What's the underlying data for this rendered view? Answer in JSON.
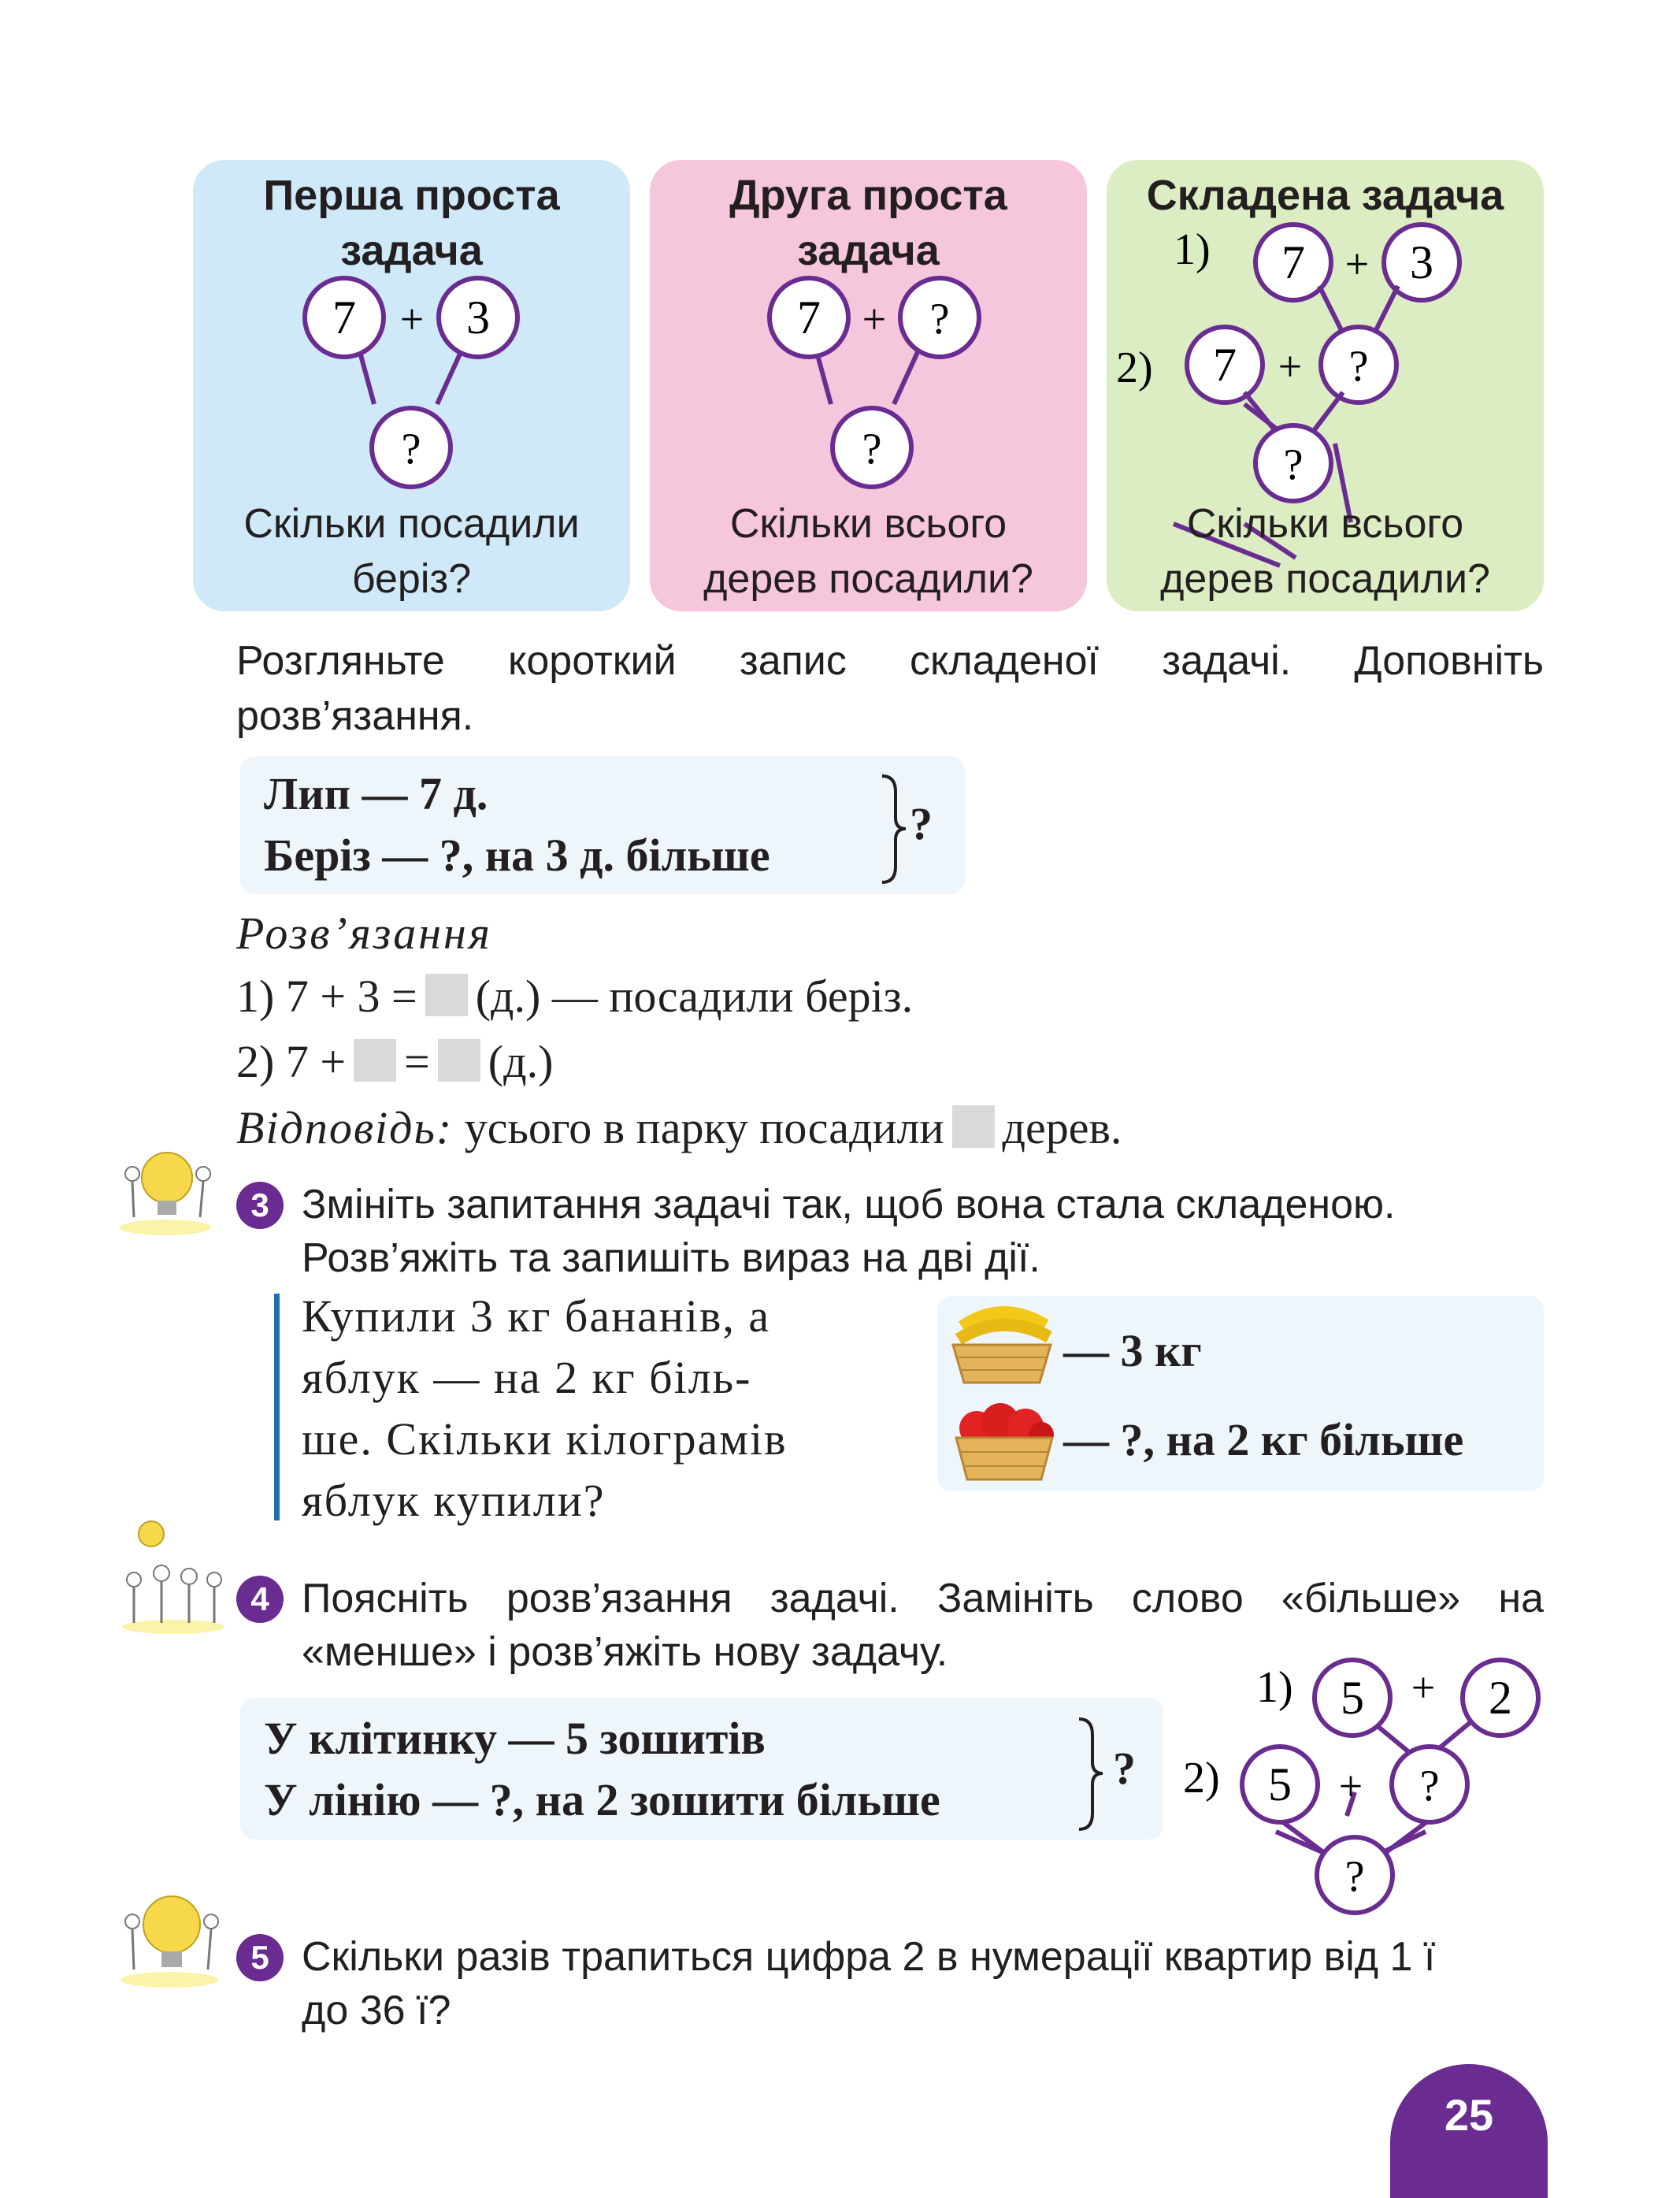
{
  "panels": [
    {
      "title_line1": "Перша проста",
      "title_line2": "задача",
      "nodes": [
        "7",
        "+",
        "3",
        "?"
      ],
      "question_line1": "Скільки посадили",
      "question_line2": "беріз?",
      "color": "#cfe9f8"
    },
    {
      "title_line1": "Друга проста",
      "title_line2": "задача",
      "nodes": [
        "7",
        "+",
        "?",
        "?"
      ],
      "question_line1": "Скільки всього",
      "question_line2": "дерев посадили?",
      "color": "#f5c6dc"
    },
    {
      "title_line1": "Складена задача",
      "step1": "1)",
      "step1_nodes": [
        "7",
        "+",
        "3"
      ],
      "step2": "2)",
      "step2_nodes": [
        "7",
        "+",
        "?"
      ],
      "result": "?",
      "question_line1": "Скільки всього",
      "question_line2": "дерев посадили?",
      "color": "#dcecc3"
    }
  ],
  "intro": {
    "line1": "Розгляньте короткий запис складеної задачі. Доповніть",
    "line2": "розв’язання."
  },
  "brief1": {
    "line1": "Лип — 7 д.",
    "line2": "Беріз — ?, на 3 д. більше",
    "question": "?"
  },
  "solution": {
    "heading": "Розв’язання",
    "step1_a": "1) 7 + 3 =",
    "step1_b": "(д.) — посадили беріз.",
    "step2_a": "2) 7 +",
    "step2_b": "=",
    "step2_c": "(д.)",
    "answer_label": "Відповідь:",
    "answer_a": "усього в парку посадили",
    "answer_b": "дерев."
  },
  "task3": {
    "number": "3",
    "line1": "Змініть запитання задачі так, щоб вона стала складеною.",
    "line2": "Розв’яжіть та запишіть вираз на дві дії.",
    "problem": [
      "Купили 3 кг бананів, а",
      "яблук — на 2 кг біль-",
      "ше. Скільки кілограмів",
      "яблук купили?"
    ],
    "bananas_label": "— 3 кг",
    "apples_label": "— ?, на 2 кг більше"
  },
  "task4": {
    "number": "4",
    "line1": "Поясніть розв’язання задачі. Замініть слово «більше» на",
    "line2": "«менше» і розв’яжіть нову задачу.",
    "brief_line1": "У клітинку — 5 зошитів",
    "brief_line2": "У лінію — ?, на 2 зошити більше",
    "question": "?",
    "step1": "1)",
    "step1_nodes": [
      "5",
      "+",
      "2"
    ],
    "step2": "2)",
    "step2_nodes": [
      "5",
      "+",
      "?"
    ],
    "result": "?"
  },
  "task5": {
    "number": "5",
    "line1": "Скільки разів трапиться цифра 2 в нумерації квартир від 1 ї",
    "line2": "до 36 ї?"
  },
  "page_number": "25",
  "colors": {
    "accent": "#6a2c91",
    "panel_blue": "#cfe9f8",
    "panel_pink": "#f5c6dc",
    "panel_green": "#dcecc3",
    "box_bg": "#eef6fb",
    "blank": "#d9d9d9",
    "bar_blue": "#1f6fb2"
  }
}
